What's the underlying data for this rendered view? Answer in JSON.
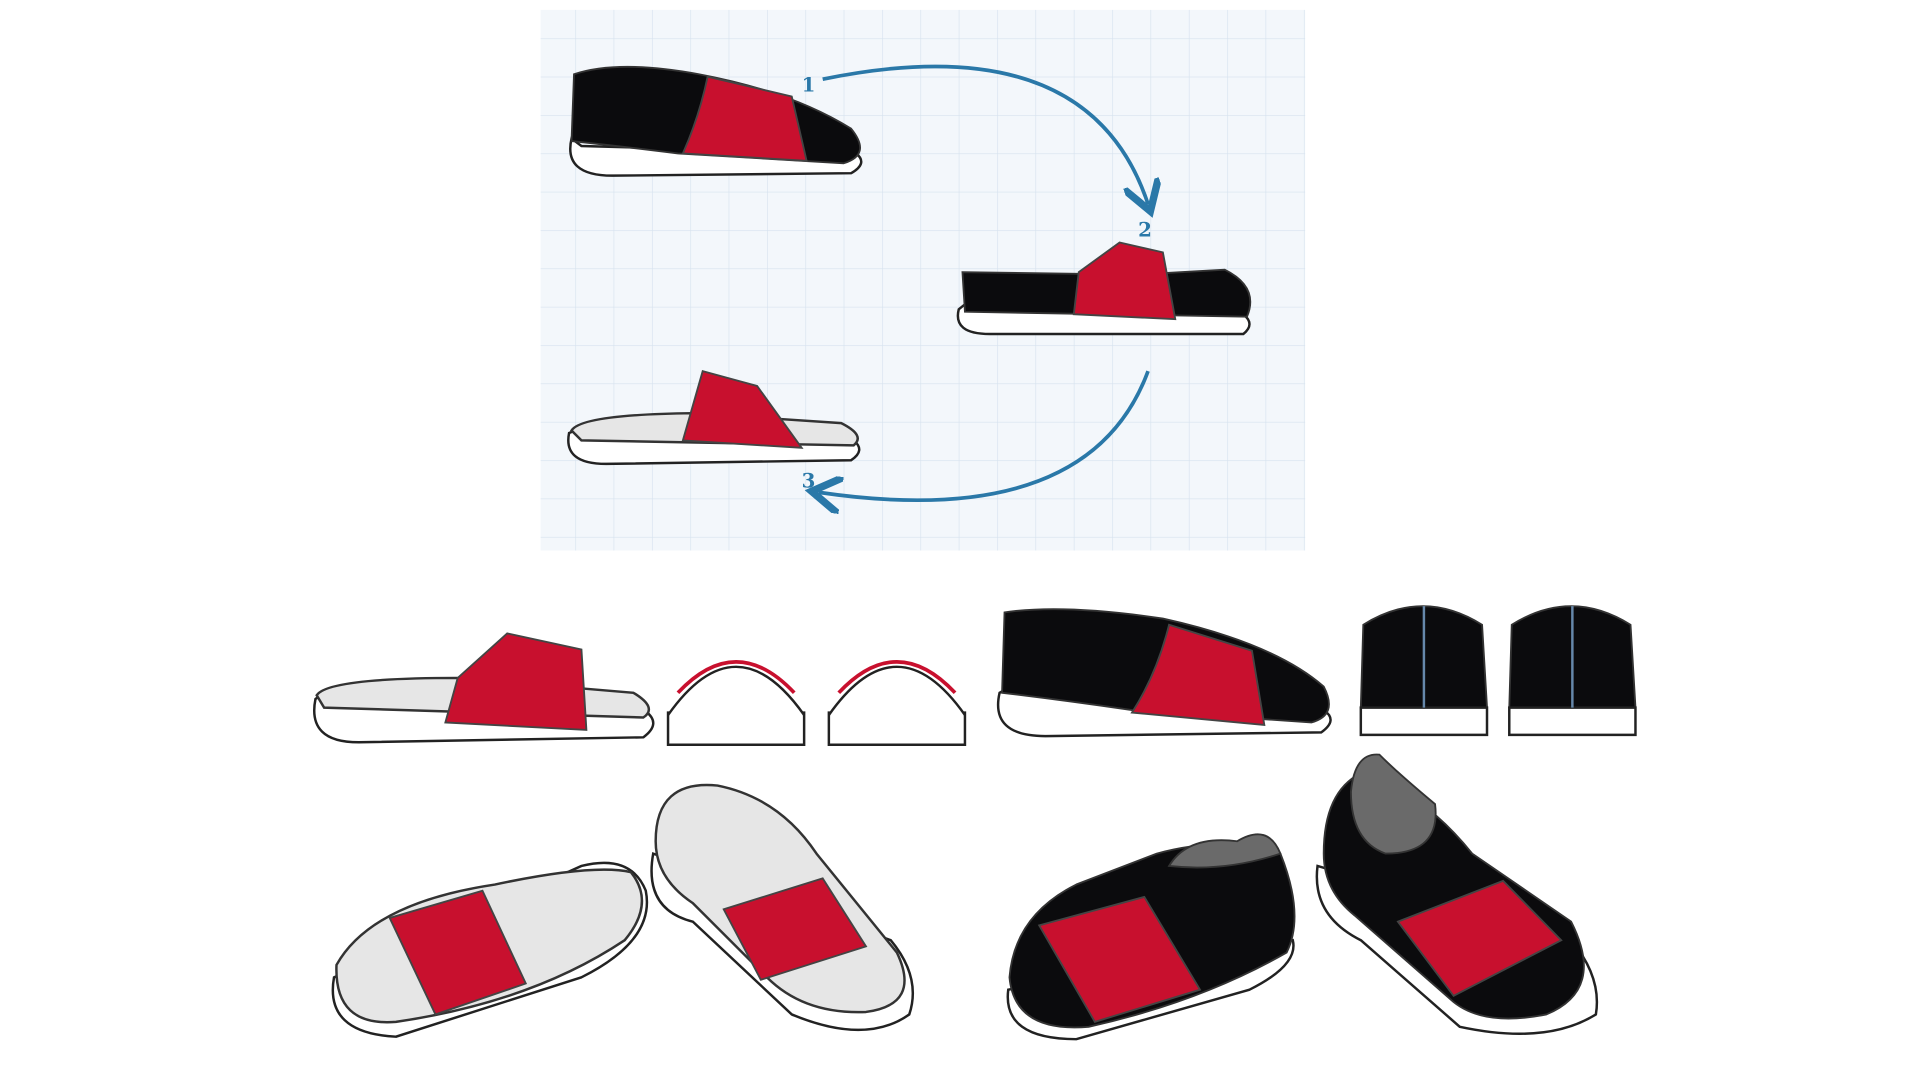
{
  "diagram": {
    "steps": [
      {
        "label": "1"
      },
      {
        "label": "2"
      },
      {
        "label": "3"
      }
    ],
    "colors": {
      "accent_arrow": "#2a78a8",
      "shoe_red": "#c8102e",
      "shoe_black": "#0b0b0d",
      "grid_background": "#f3f7fb"
    }
  }
}
